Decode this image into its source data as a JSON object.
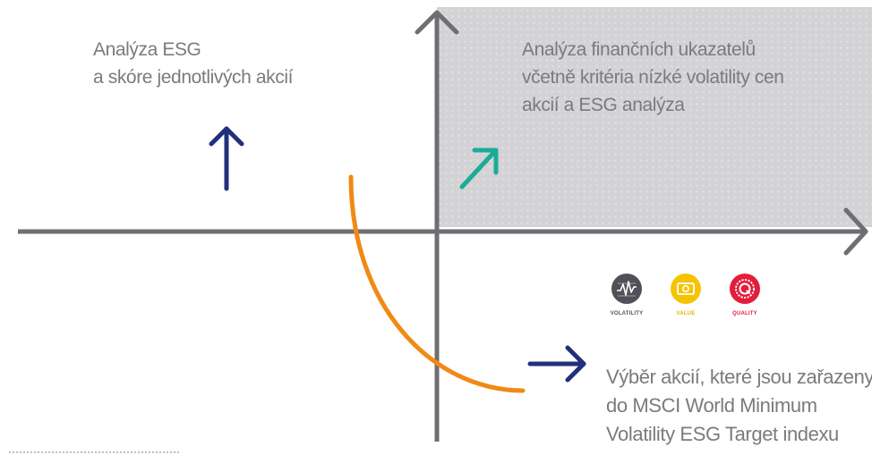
{
  "quadrants": {
    "top_left": {
      "lines": [
        "Analýza ESG",
        "a skóre jednotlivých akcií"
      ]
    },
    "top_right": {
      "lines": [
        "Analýza finančních ukazatelů",
        "včetně kritéria nízké volatility cen",
        "akcií a ESG analýza"
      ]
    },
    "bottom_right": {
      "lines": [
        "Výběr akcií, které jsou zařazeny",
        "do MSCI World Minimum",
        "Volatility ESG Target indexu"
      ]
    }
  },
  "factor_icons": [
    {
      "label": "VOLATILITY",
      "color": "#505058",
      "label_color": "#505058"
    },
    {
      "label": "VALUE",
      "color": "#f5c400",
      "label_color": "#e7b300"
    },
    {
      "label": "QUALITY",
      "color": "#e21f3b",
      "label_color": "#e21f3b"
    }
  ],
  "colors": {
    "axis": "#6e6e73",
    "arrow_navy": "#21307a",
    "arrow_teal": "#1cab98",
    "curve_orange": "#f08a16",
    "highlight_quadrant": "#d3d3d6",
    "text": "#7b7b7f"
  }
}
